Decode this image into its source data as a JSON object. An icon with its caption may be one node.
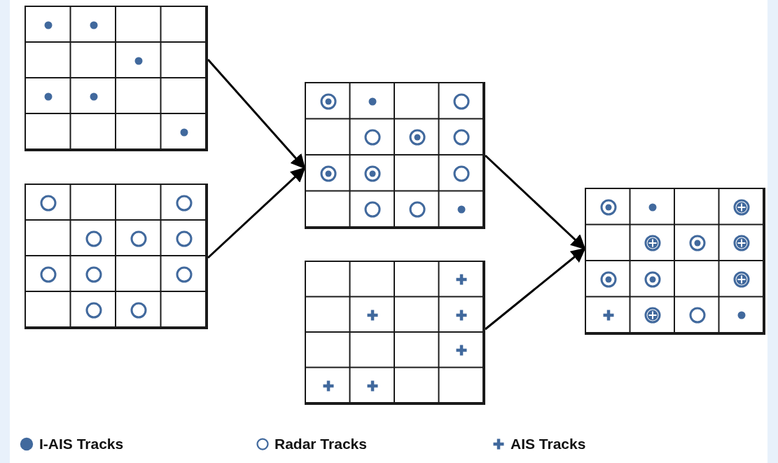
{
  "diagram": {
    "nodes": [
      {
        "text": [],
        "shape": "grid"
      },
      {
        "text": [],
        "shape": "grid"
      },
      {
        "text": [],
        "shape": "grid"
      },
      {
        "text": [],
        "shape": "grid"
      },
      {
        "text": [],
        "shape": "grid"
      }
    ],
    "edges": [
      {
        "from": 0,
        "to": 2,
        "arrow": "to"
      },
      {
        "from": 1,
        "to": 2,
        "arrow": "to"
      },
      {
        "from": 2,
        "to": 4,
        "arrow": "to"
      },
      {
        "from": 3,
        "to": 4,
        "arrow": "to"
      }
    ],
    "legend": [
      {
        "text": "I-AIS Tracks"
      },
      {
        "text": "Radar Tracks"
      },
      {
        "text": "AIS Tracks"
      }
    ]
  }
}
